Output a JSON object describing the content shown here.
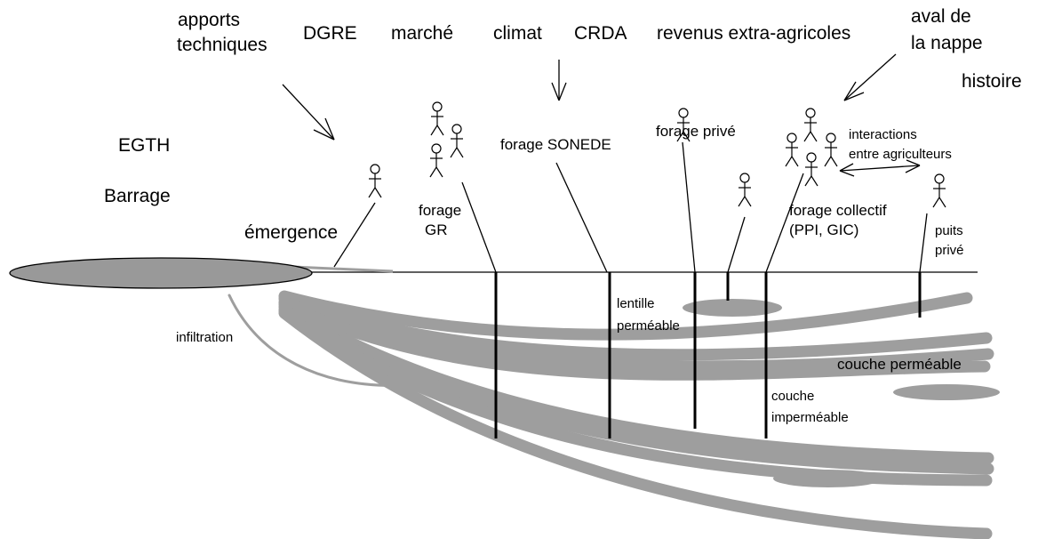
{
  "labels": {
    "apports_1": "apports",
    "apports_2": "techniques",
    "dgre": "DGRE",
    "marche": "marché",
    "climat": "climat",
    "crda": "CRDA",
    "revenus": "revenus extra-agricoles",
    "aval_1": "aval de",
    "aval_2": "la nappe",
    "histoire": "histoire",
    "egth": "EGTH",
    "barrage": "Barrage",
    "emergence": "émergence",
    "forage_gr_1": "forage",
    "forage_gr_2": "GR",
    "forage_sonede": "forage SONEDE",
    "forage_prive": "forage privé",
    "forage_collectif_1": "forage collectif",
    "forage_collectif_2": "(PPI, GIC)",
    "interactions_1": "interactions",
    "interactions_2": "entre agriculteurs",
    "puits_1": "puits",
    "puits_2": "privé",
    "lentille_1": "lentille",
    "lentille_2": "perméable",
    "infiltration": "infiltration",
    "couche_permeable": "couche perméable",
    "couche_imp_1": "couche",
    "couche_imp_2": "imperméable"
  },
  "colors": {
    "strata": "#9e9e9e",
    "barrage_fill": "#999999",
    "line": "#000000"
  }
}
